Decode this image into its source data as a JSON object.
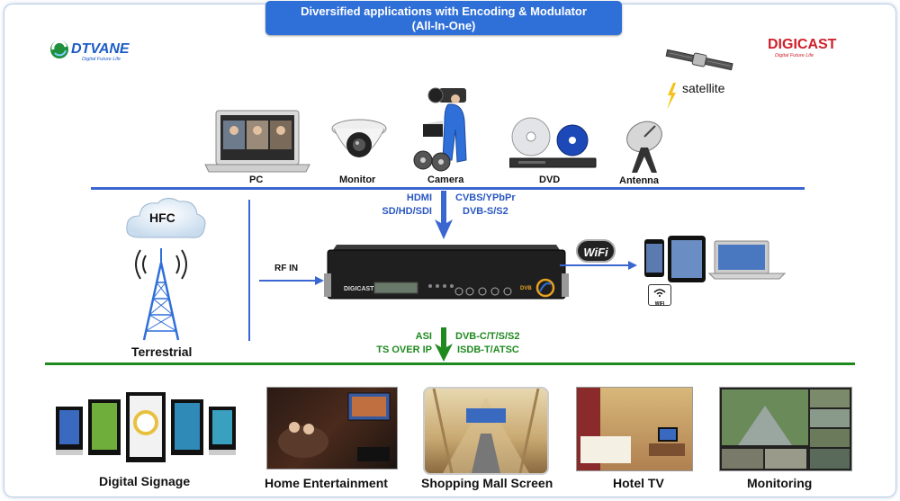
{
  "title": {
    "line1": "Diversified applications with Encoding & Modulator",
    "line2": "(All-In-One)"
  },
  "logos": {
    "left": {
      "name": "DTVANE",
      "tagline": "Digital Future Life"
    },
    "right": {
      "name": "DIGICAST",
      "tagline": "Digital Future Life"
    }
  },
  "inputs": [
    {
      "label": "PC",
      "icon": "laptop-icon"
    },
    {
      "label": "Monitor",
      "icon": "cctv-camera-icon"
    },
    {
      "label": "Camera",
      "icon": "video-camera-icon"
    },
    {
      "label": "DVD",
      "icon": "dvd-player-icon"
    },
    {
      "label": "Antenna",
      "icon": "satellite-dish-icon"
    }
  ],
  "satellite": {
    "label": "satellite",
    "icon": "satellite-icon"
  },
  "hfc": {
    "label": "HFC",
    "icon": "cloud-icon"
  },
  "terrestrial": {
    "label": "Terrestrial",
    "icon": "tower-icon"
  },
  "signals_in": {
    "left": [
      "HDMI",
      "SD/HD/SDI"
    ],
    "right": [
      "CVBS/YPbPr",
      "DVB-S/S2"
    ]
  },
  "rf_in": "RF IN",
  "device": {
    "brand": "DIGICAST",
    "badge": "DVB"
  },
  "wifi": {
    "label": "WiFi",
    "small_label": "WIFI"
  },
  "signals_out": {
    "left": [
      "ASI",
      "TS OVER IP"
    ],
    "right": [
      "DVB-C/T/S/S2",
      "ISDB-T/ATSC"
    ]
  },
  "applications": [
    {
      "label": "Digital Signage"
    },
    {
      "label": "Home Entertainment"
    },
    {
      "label": "Shopping Mall Screen"
    },
    {
      "label": "Hotel TV"
    },
    {
      "label": "Monitoring"
    }
  ],
  "colors": {
    "accent_blue": "#2f6fd8",
    "line_blue": "#3a66d1",
    "line_green": "#1f8a1f",
    "text_green": "#1f8a1f",
    "text_blue": "#2a57c2"
  }
}
